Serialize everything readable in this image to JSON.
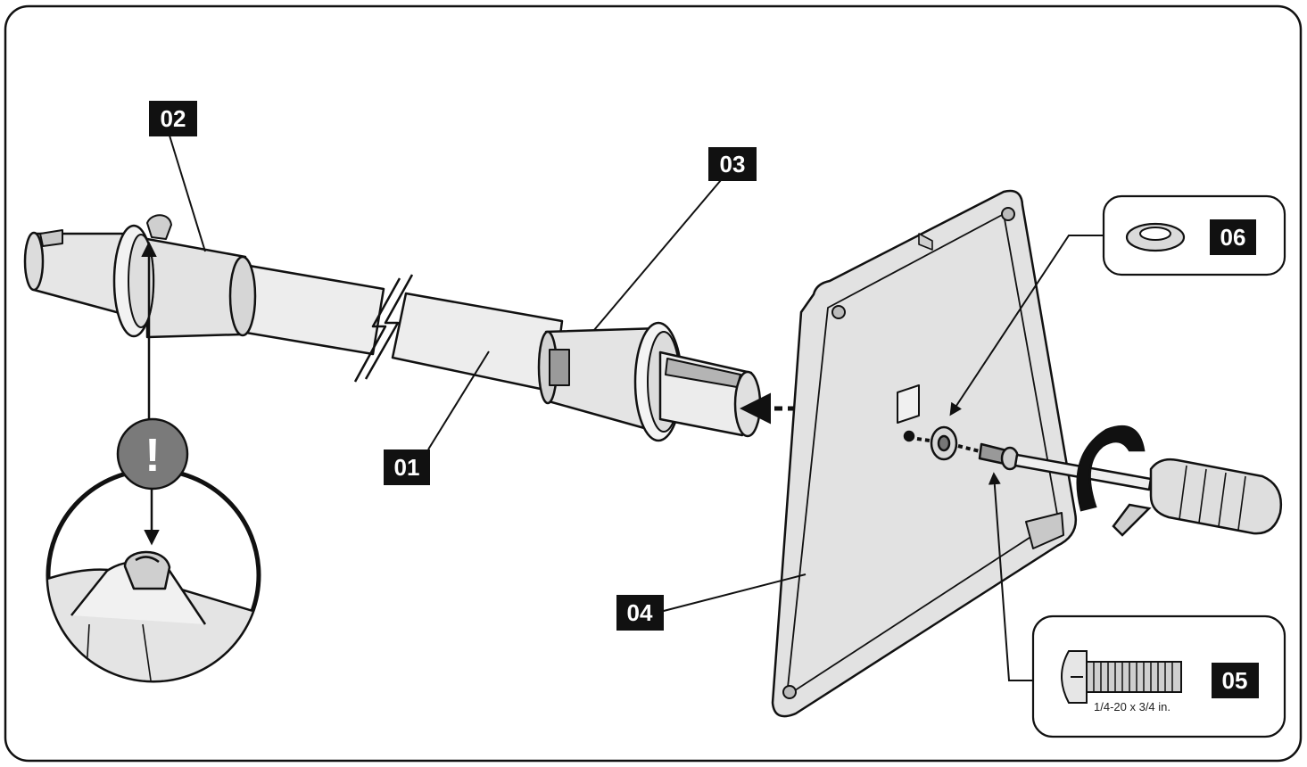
{
  "labels": {
    "tube": "01",
    "top_collar": "02",
    "bottom_collar": "03",
    "base_plate": "04",
    "screw": "05",
    "washer": "06"
  },
  "callouts": {
    "screw_spec": "1/4-20 x 3/4 in.",
    "warning_symbol": "!"
  },
  "colors": {
    "ink": "#111111",
    "fill_light": "#ececec",
    "fill_mid": "#d4d4d4",
    "fill_dark": "#a8a8a8",
    "warning_badge": "#7a7a7a"
  }
}
